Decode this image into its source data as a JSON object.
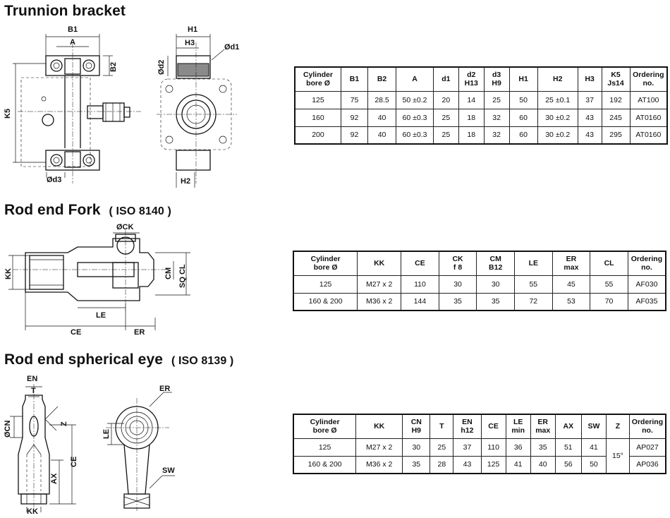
{
  "sections": {
    "trunnion": {
      "title": "Trunnion bracket",
      "labels": {
        "b1": "B1",
        "a": "A",
        "b2": "B2",
        "k5": "K5",
        "d3": "Ød3",
        "h1": "H1",
        "h3": "H3",
        "d1": "Ød1",
        "d2": "Ød2",
        "h2": "H2"
      },
      "table": {
        "headers": [
          "Cylinder\nbore Ø",
          "B1",
          "B2",
          "A",
          "d1",
          "d2\nH13",
          "d3\nH9",
          "H1",
          "H2",
          "H3",
          "K5\nJs14",
          "Ordering\nno."
        ],
        "rows": [
          [
            "125",
            "75",
            "28.5",
            "50 ±0.2",
            "20",
            "14",
            "25",
            "50",
            "25 ±0.1",
            "37",
            "192",
            "AT100"
          ],
          [
            "160",
            "92",
            "40",
            "60 ±0.3",
            "25",
            "18",
            "32",
            "60",
            "30 ±0.2",
            "43",
            "245",
            "AT0160"
          ],
          [
            "200",
            "92",
            "40",
            "60 ±0.3",
            "25",
            "18",
            "32",
            "60",
            "30 ±0.2",
            "43",
            "295",
            "AT0160"
          ]
        ]
      }
    },
    "fork": {
      "title": "Rod end Fork",
      "iso": "( ISO 8140 )",
      "labels": {
        "ck": "ØCK",
        "kk": "KK",
        "cm": "CM",
        "sqcl": "SQ CL",
        "le": "LE",
        "ce": "CE",
        "er": "ER"
      },
      "table": {
        "headers": [
          "Cylinder\nbore Ø",
          "KK",
          "CE",
          "CK\nf 8",
          "CM\nB12",
          "LE",
          "ER\nmax",
          "CL",
          "Ordering\nno."
        ],
        "rows": [
          [
            "125",
            "M27 x 2",
            "110",
            "30",
            "30",
            "55",
            "45",
            "55",
            "AF030"
          ],
          [
            "160 & 200",
            "M36 x 2",
            "144",
            "35",
            "35",
            "72",
            "53",
            "70",
            "AF035"
          ]
        ]
      }
    },
    "eye": {
      "title": "Rod end spherical eye",
      "iso": "( ISO 8139 )",
      "labels": {
        "en": "EN",
        "t": "T",
        "cn": "ØCN",
        "z": "Z",
        "ce": "CE",
        "ax": "AX",
        "kk": "KK",
        "er": "ER",
        "le": "LE",
        "sw": "SW"
      },
      "table": {
        "headers": [
          "Cylinder\nbore Ø",
          "KK",
          "CN\nH9",
          "T",
          "EN\nh12",
          "CE",
          "LE\nmin",
          "ER\nmax",
          "AX",
          "SW",
          "Z",
          "Ordering\nno."
        ],
        "rows": [
          [
            "125",
            "M27 x 2",
            "30",
            "25",
            "37",
            "110",
            "36",
            "35",
            "51",
            "41",
            "15°",
            "AP027"
          ],
          [
            "160 & 200",
            "M36 x 2",
            "35",
            "28",
            "43",
            "125",
            "41",
            "40",
            "56",
            "50",
            "",
            "AP036"
          ]
        ]
      }
    }
  }
}
